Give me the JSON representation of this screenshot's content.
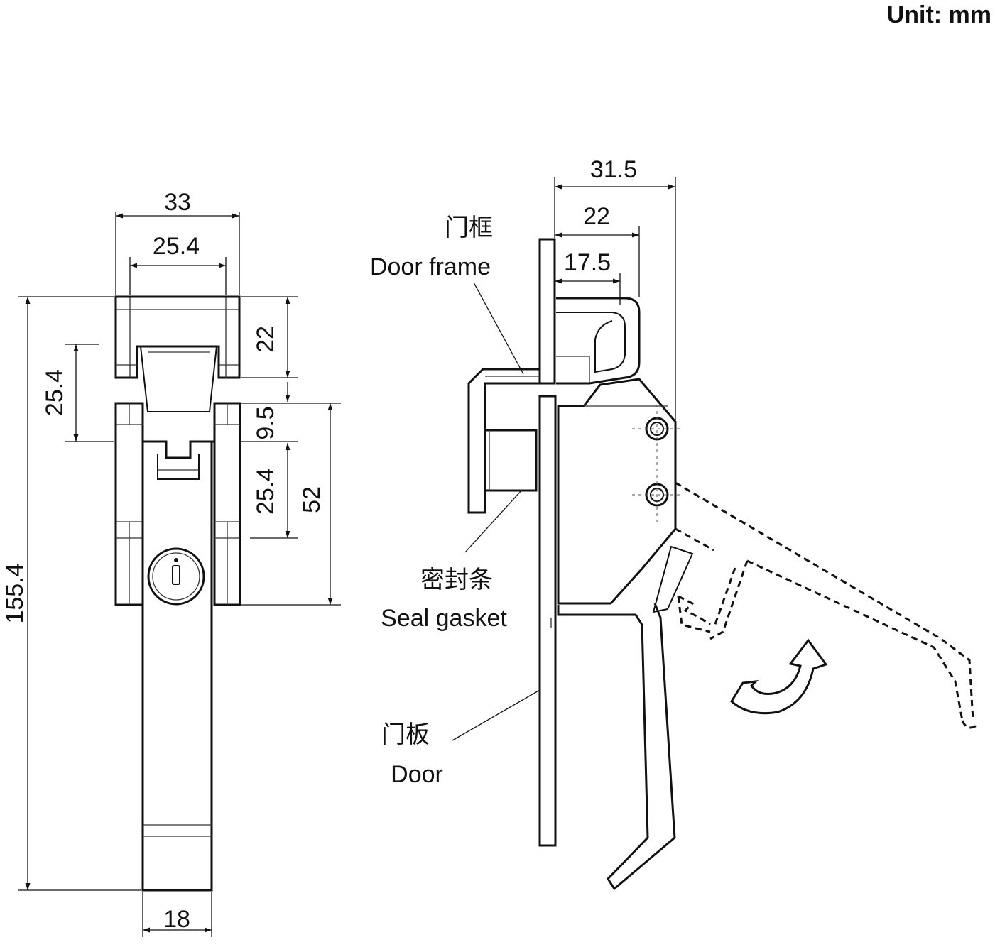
{
  "unit_label": "Unit: mm",
  "front_view": {
    "dimensions": {
      "top_width": "33",
      "inner_width": "25.4",
      "catch_height": "22",
      "hole_spacing_left": "25.4",
      "gap": "9.5",
      "hole_spacing_right": "25.4",
      "body_height": "52",
      "overall_height": "155.4",
      "handle_width": "18"
    }
  },
  "side_view": {
    "dimensions": {
      "overall_depth": "31.5",
      "catch_depth": "22",
      "hook_depth": "17.5"
    },
    "labels": {
      "door_frame_cn": "门框",
      "door_frame_en": "Door frame",
      "seal_gasket_cn": "密封条",
      "seal_gasket_en": "Seal gasket",
      "door_cn": "门板",
      "door_en": "Door"
    }
  }
}
